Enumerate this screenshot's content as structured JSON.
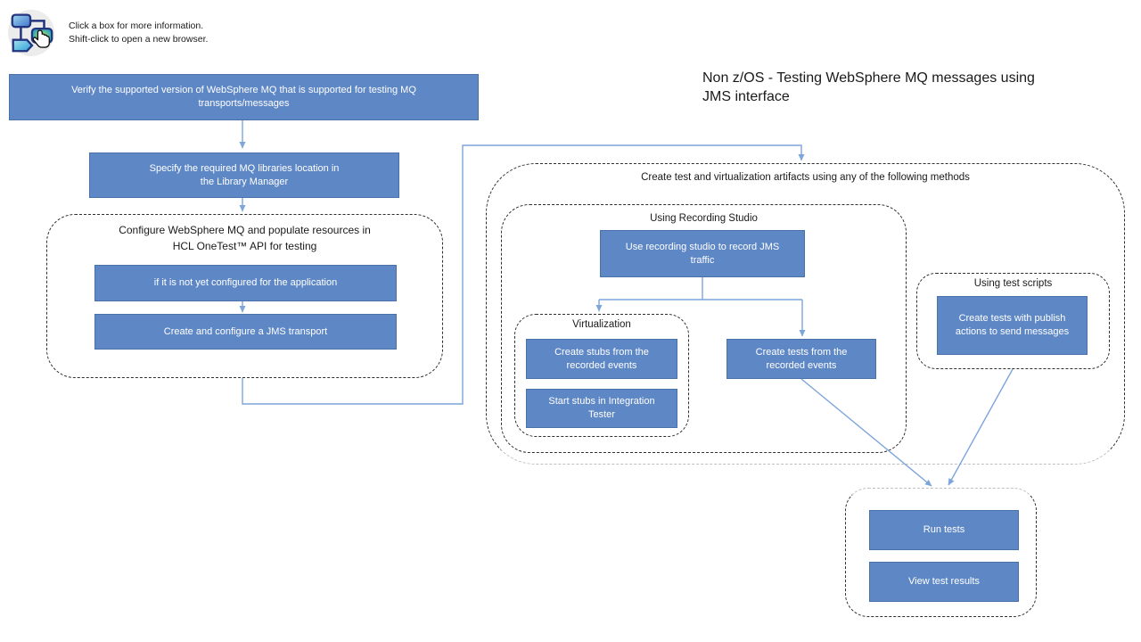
{
  "header": {
    "icon": "flowchart-click-icon",
    "instructions": "Click a box for more information.\nShift-click to open a new browser."
  },
  "title": "Non z/OS - Testing WebSphere MQ messages using\nJMS interface",
  "flow": {
    "groups": {
      "configure": {
        "label": "Configure WebSphere MQ and populate resources in\nHCL OneTest™ API for testing"
      },
      "artifacts": {
        "label": "Create test and virtualization artifacts using any of the following methods"
      },
      "recording_studio": {
        "label": "Using Recording Studio"
      },
      "virtualization": {
        "label": "Virtualization"
      },
      "test_scripts": {
        "label": "Using test scripts"
      }
    },
    "nodes": {
      "verify": {
        "label": "Verify the supported version of WebSphere MQ that is supported for testing MQ\ntransports/messages"
      },
      "specify": {
        "label": "Specify the required MQ libraries location in\nthe Library Manager"
      },
      "not_configured": {
        "label": "if it is not yet configured for the application"
      },
      "create_transport": {
        "label": "Create and configure a JMS transport"
      },
      "use_recording": {
        "label": "Use recording studio to record JMS\ntraffic"
      },
      "create_stubs": {
        "label": "Create stubs from the\nrecorded events"
      },
      "start_stubs": {
        "label": "Start stubs in Integration\nTester"
      },
      "create_tests_recorded": {
        "label": "Create tests from the\nrecorded events"
      },
      "create_tests_publish": {
        "label": "Create tests with publish\nactions to send messages"
      },
      "run_tests": {
        "label": "Run tests"
      },
      "view_results": {
        "label": "View test results"
      }
    }
  },
  "colors": {
    "node_fill": "#5E87C5",
    "node_border": "#4A71A8",
    "node_text": "#FFFFFF",
    "connector": "#7DA5DC",
    "group_dash": "#2E2E2E",
    "group_dash_light": "#BFBFBF",
    "text": "#1A1A1A"
  }
}
